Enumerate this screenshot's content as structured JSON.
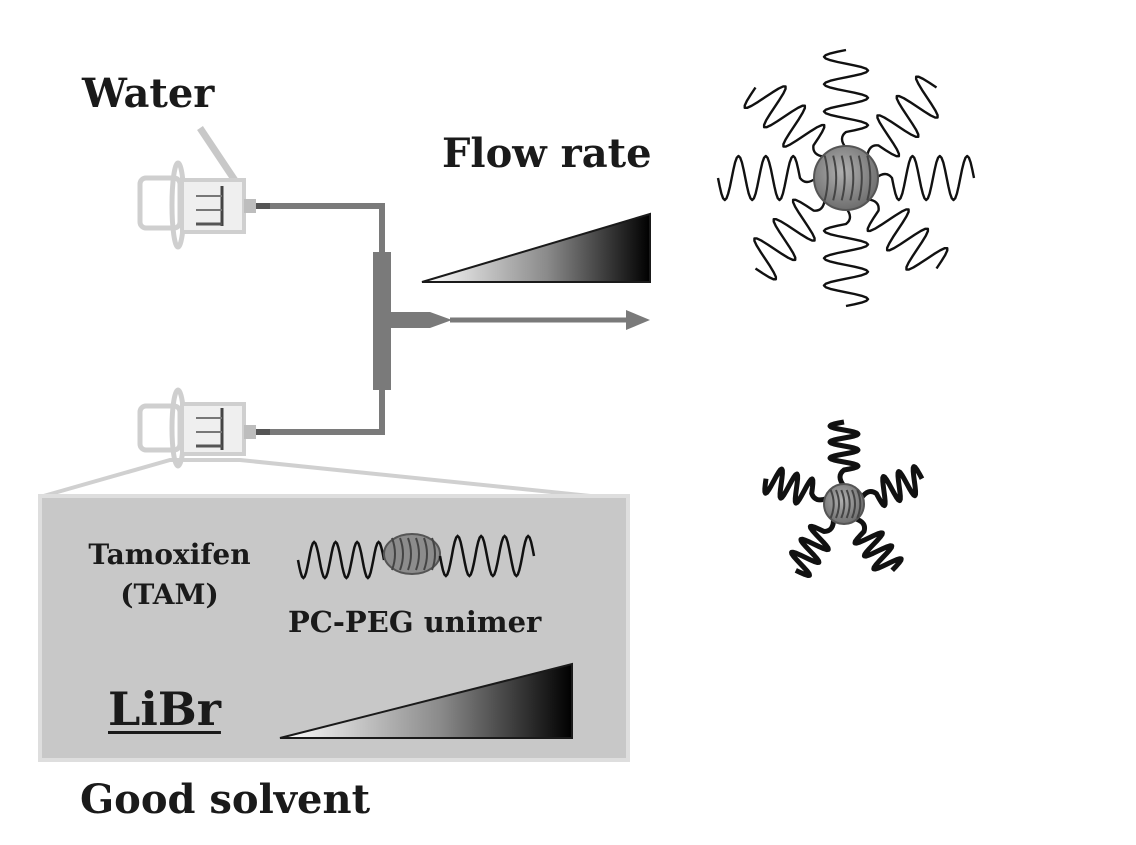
{
  "labels": {
    "water": "Water",
    "flow_rate": "Flow rate",
    "tamoxifen_line1": "Tamoxifen",
    "tamoxifen_line2": "(TAM)",
    "unimer": "PC-PEG unimer",
    "libr": "LiBr",
    "good_solvent": "Good solvent"
  },
  "colors": {
    "panel_fill": "#c8c8c8",
    "panel_border": "#dcdcdc",
    "tubing": "#7a7a7a",
    "syringe": "#cfcfcf",
    "core": "#8c8c8c",
    "chain": "#111111",
    "gradient_light": "#ffffff",
    "gradient_dark": "#000000"
  },
  "icons": {
    "syringe_top": "syringe-icon",
    "syringe_bottom": "syringe-icon",
    "mixer": "t-junction-mixer-icon",
    "outlet": "arrow-right-icon",
    "large_micelle": "micelle-icon",
    "small_micelle": "micelle-icon",
    "unimer": "unimer-icon"
  }
}
